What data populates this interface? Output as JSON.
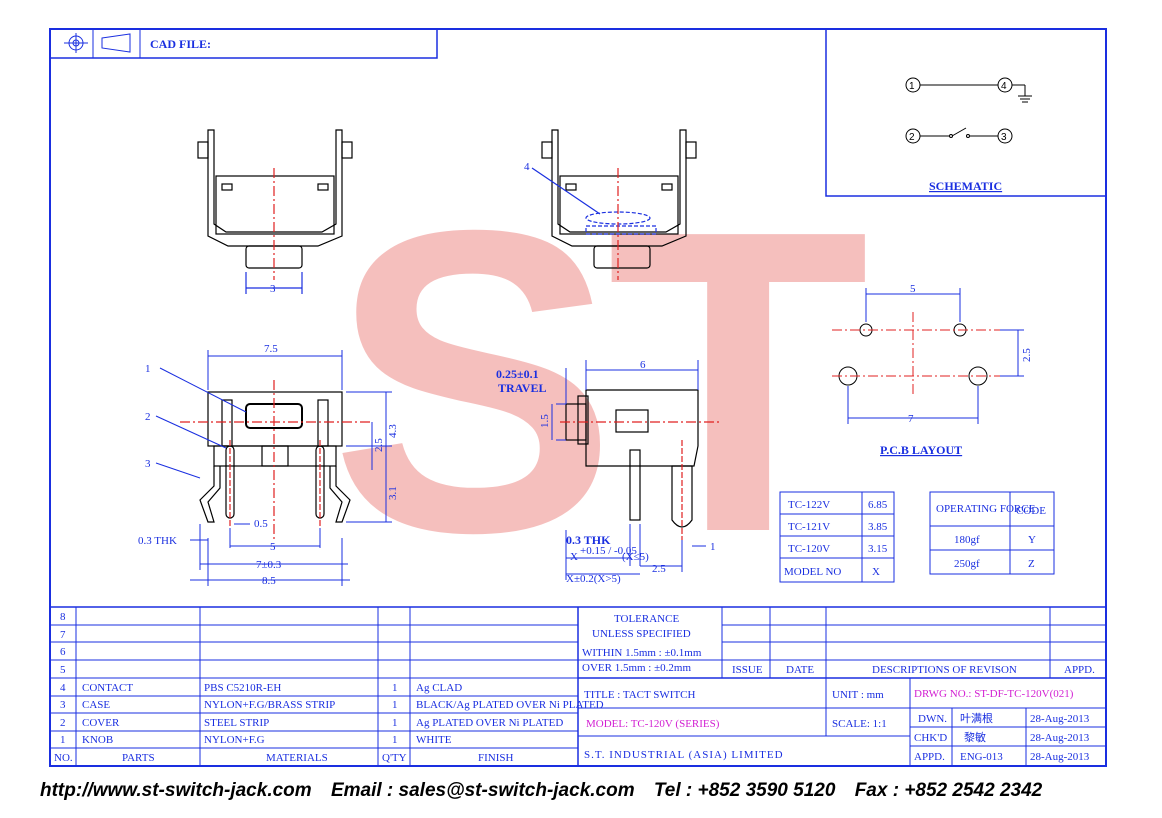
{
  "header": {
    "cad_file_label": "CAD FILE:"
  },
  "watermark": {
    "text": "ST"
  },
  "schematic": {
    "title": "SCHEMATIC",
    "pins": [
      "1",
      "4",
      "2",
      "3"
    ]
  },
  "pcb_layout": {
    "title": "P.C.B LAYOUT",
    "dim_top": "5",
    "dim_side": "2.5",
    "dim_bottom": "7"
  },
  "top_views": {
    "width_dim": "3",
    "callout": "4"
  },
  "front_view": {
    "width": "7.5",
    "height_total": "4.3",
    "height_a": "2.5",
    "height_b": "3.1",
    "callouts": [
      "1",
      "2",
      "3"
    ],
    "pin_thk": "0.3 THK",
    "pin_gap": "0.5",
    "pitch": "5",
    "span": "7±0.3",
    "overall": "8.5"
  },
  "side_view": {
    "travel_value": "0.25±0.1",
    "travel_label": "TRAVEL",
    "depth": "6",
    "stem": "1.5",
    "thk": "0.3 THK",
    "x_small": "X",
    "x_small_tol": "+0.15 / -0.05",
    "x_small_cond": "(X≤5)",
    "x_large": "X±0.2(X>5)",
    "offset": "2.5",
    "tip": "1"
  },
  "model_table": {
    "rows": [
      [
        "TC-122V",
        "6.85"
      ],
      [
        "TC-121V",
        "3.85"
      ],
      [
        "TC-120V",
        "3.15"
      ]
    ],
    "footer": [
      "MODEL NO",
      "X"
    ]
  },
  "force_table": {
    "headers": [
      "OPERATING FORCE",
      "CODE"
    ],
    "rows": [
      [
        "180gf",
        "Y"
      ],
      [
        "250gf",
        "Z"
      ]
    ]
  },
  "tolerance": {
    "title": "TOLERANCE",
    "subtitle": "UNLESS SPECIFIED",
    "line1": "WITHIN 1.5mm : ±0.1mm",
    "line2": "OVER 1.5mm : ±0.2mm"
  },
  "revision_headers": [
    "ISSUE",
    "DATE",
    "DESCRIPTIONS OF REVISON",
    "APPD."
  ],
  "parts_table": {
    "headers": [
      "NO.",
      "PARTS",
      "MATERIALS",
      "Q'TY",
      "FINISH"
    ],
    "row_numbers": [
      "8",
      "7",
      "6",
      "5",
      "4",
      "3",
      "2",
      "1"
    ],
    "rows": [
      [
        "4",
        "CONTACT",
        "PBS C5210R-EH",
        "1",
        "Ag CLAD"
      ],
      [
        "3",
        "CASE",
        "NYLON+F.G/BRASS STRIP",
        "1",
        "BLACK/Ag PLATED OVER Ni PLATED"
      ],
      [
        "2",
        "COVER",
        "STEEL STRIP",
        "1",
        "Ag PLATED OVER Ni PLATED"
      ],
      [
        "1",
        "KNOB",
        "NYLON+F.G",
        "1",
        "WHITE"
      ]
    ]
  },
  "title_block": {
    "title": "TITLE : TACT SWITCH",
    "unit": "UNIT : mm",
    "drawing_no": "DRWG NO.: ST-DF-TC-120V(021)",
    "model": "MODEL: TC-120V (SERIES)",
    "scale": "SCALE: 1:1",
    "company": "S.T. INDUSTRIAL (ASIA) LIMITED",
    "dwn_label": "DWN.",
    "dwn_name": "叶满根",
    "dwn_date": "28-Aug-2013",
    "chkd_label": "CHK'D",
    "chkd_name": "黎敏",
    "chkd_date": "28-Aug-2013",
    "appd_label": "APPD.",
    "appd_name": "ENG-013",
    "appd_date": "28-Aug-2013"
  },
  "footer": {
    "website": "http://www.st-switch-jack.com",
    "email": "Email : sales@st-switch-jack.com",
    "tel": "Tel : +852 3590 5120",
    "fax": "Fax : +852 2542 2342"
  }
}
